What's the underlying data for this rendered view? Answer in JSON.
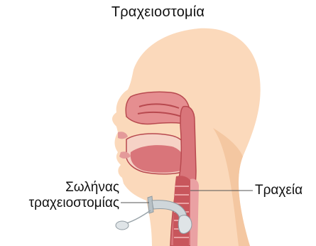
{
  "title": "Τραχειοστομία",
  "labels": {
    "tube_line1": "Σωλήνας",
    "tube_line2": "τραχειοστομίας",
    "trachea": "Τραχεία"
  },
  "colors": {
    "skin": "#fbd9bb",
    "skin_shadow": "#f4c7a1",
    "tissue": "#d9757a",
    "tissue_dark": "#b8494f",
    "tissue_light": "#eaa1a3",
    "cavity": "#f6d2c6",
    "tube": "#cfd6da",
    "tube_dark": "#8f9aa1",
    "leader_line": "#555555"
  }
}
